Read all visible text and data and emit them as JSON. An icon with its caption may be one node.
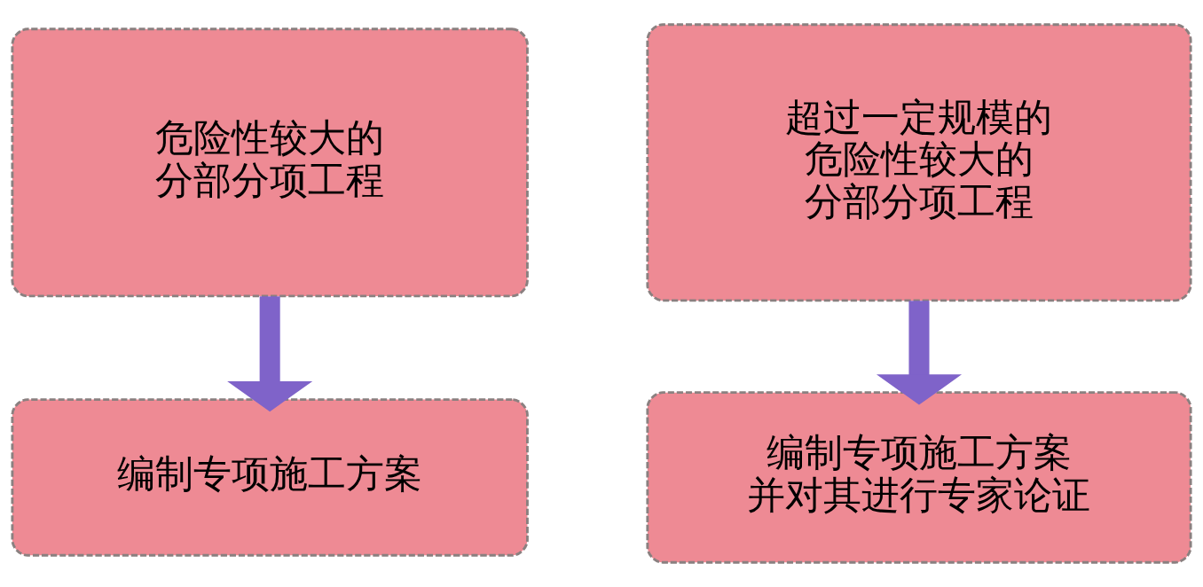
{
  "diagram": {
    "nodes": [
      {
        "text": [
          "危险性较大的分部分项工程"
        ]
      },
      {
        "text": [
          "编制专项施工方案"
        ]
      },
      {
        "text": [
          "超过一定规模的危险性较大的分部分项工程"
        ]
      },
      {
        "text": [
          "编制专项施工方案并对其进行专家论证"
        ]
      }
    ],
    "edges": [
      {
        "from": 0,
        "to": 1,
        "arrow": "to"
      },
      {
        "from": 2,
        "to": 3,
        "arrow": "to"
      }
    ]
  }
}
